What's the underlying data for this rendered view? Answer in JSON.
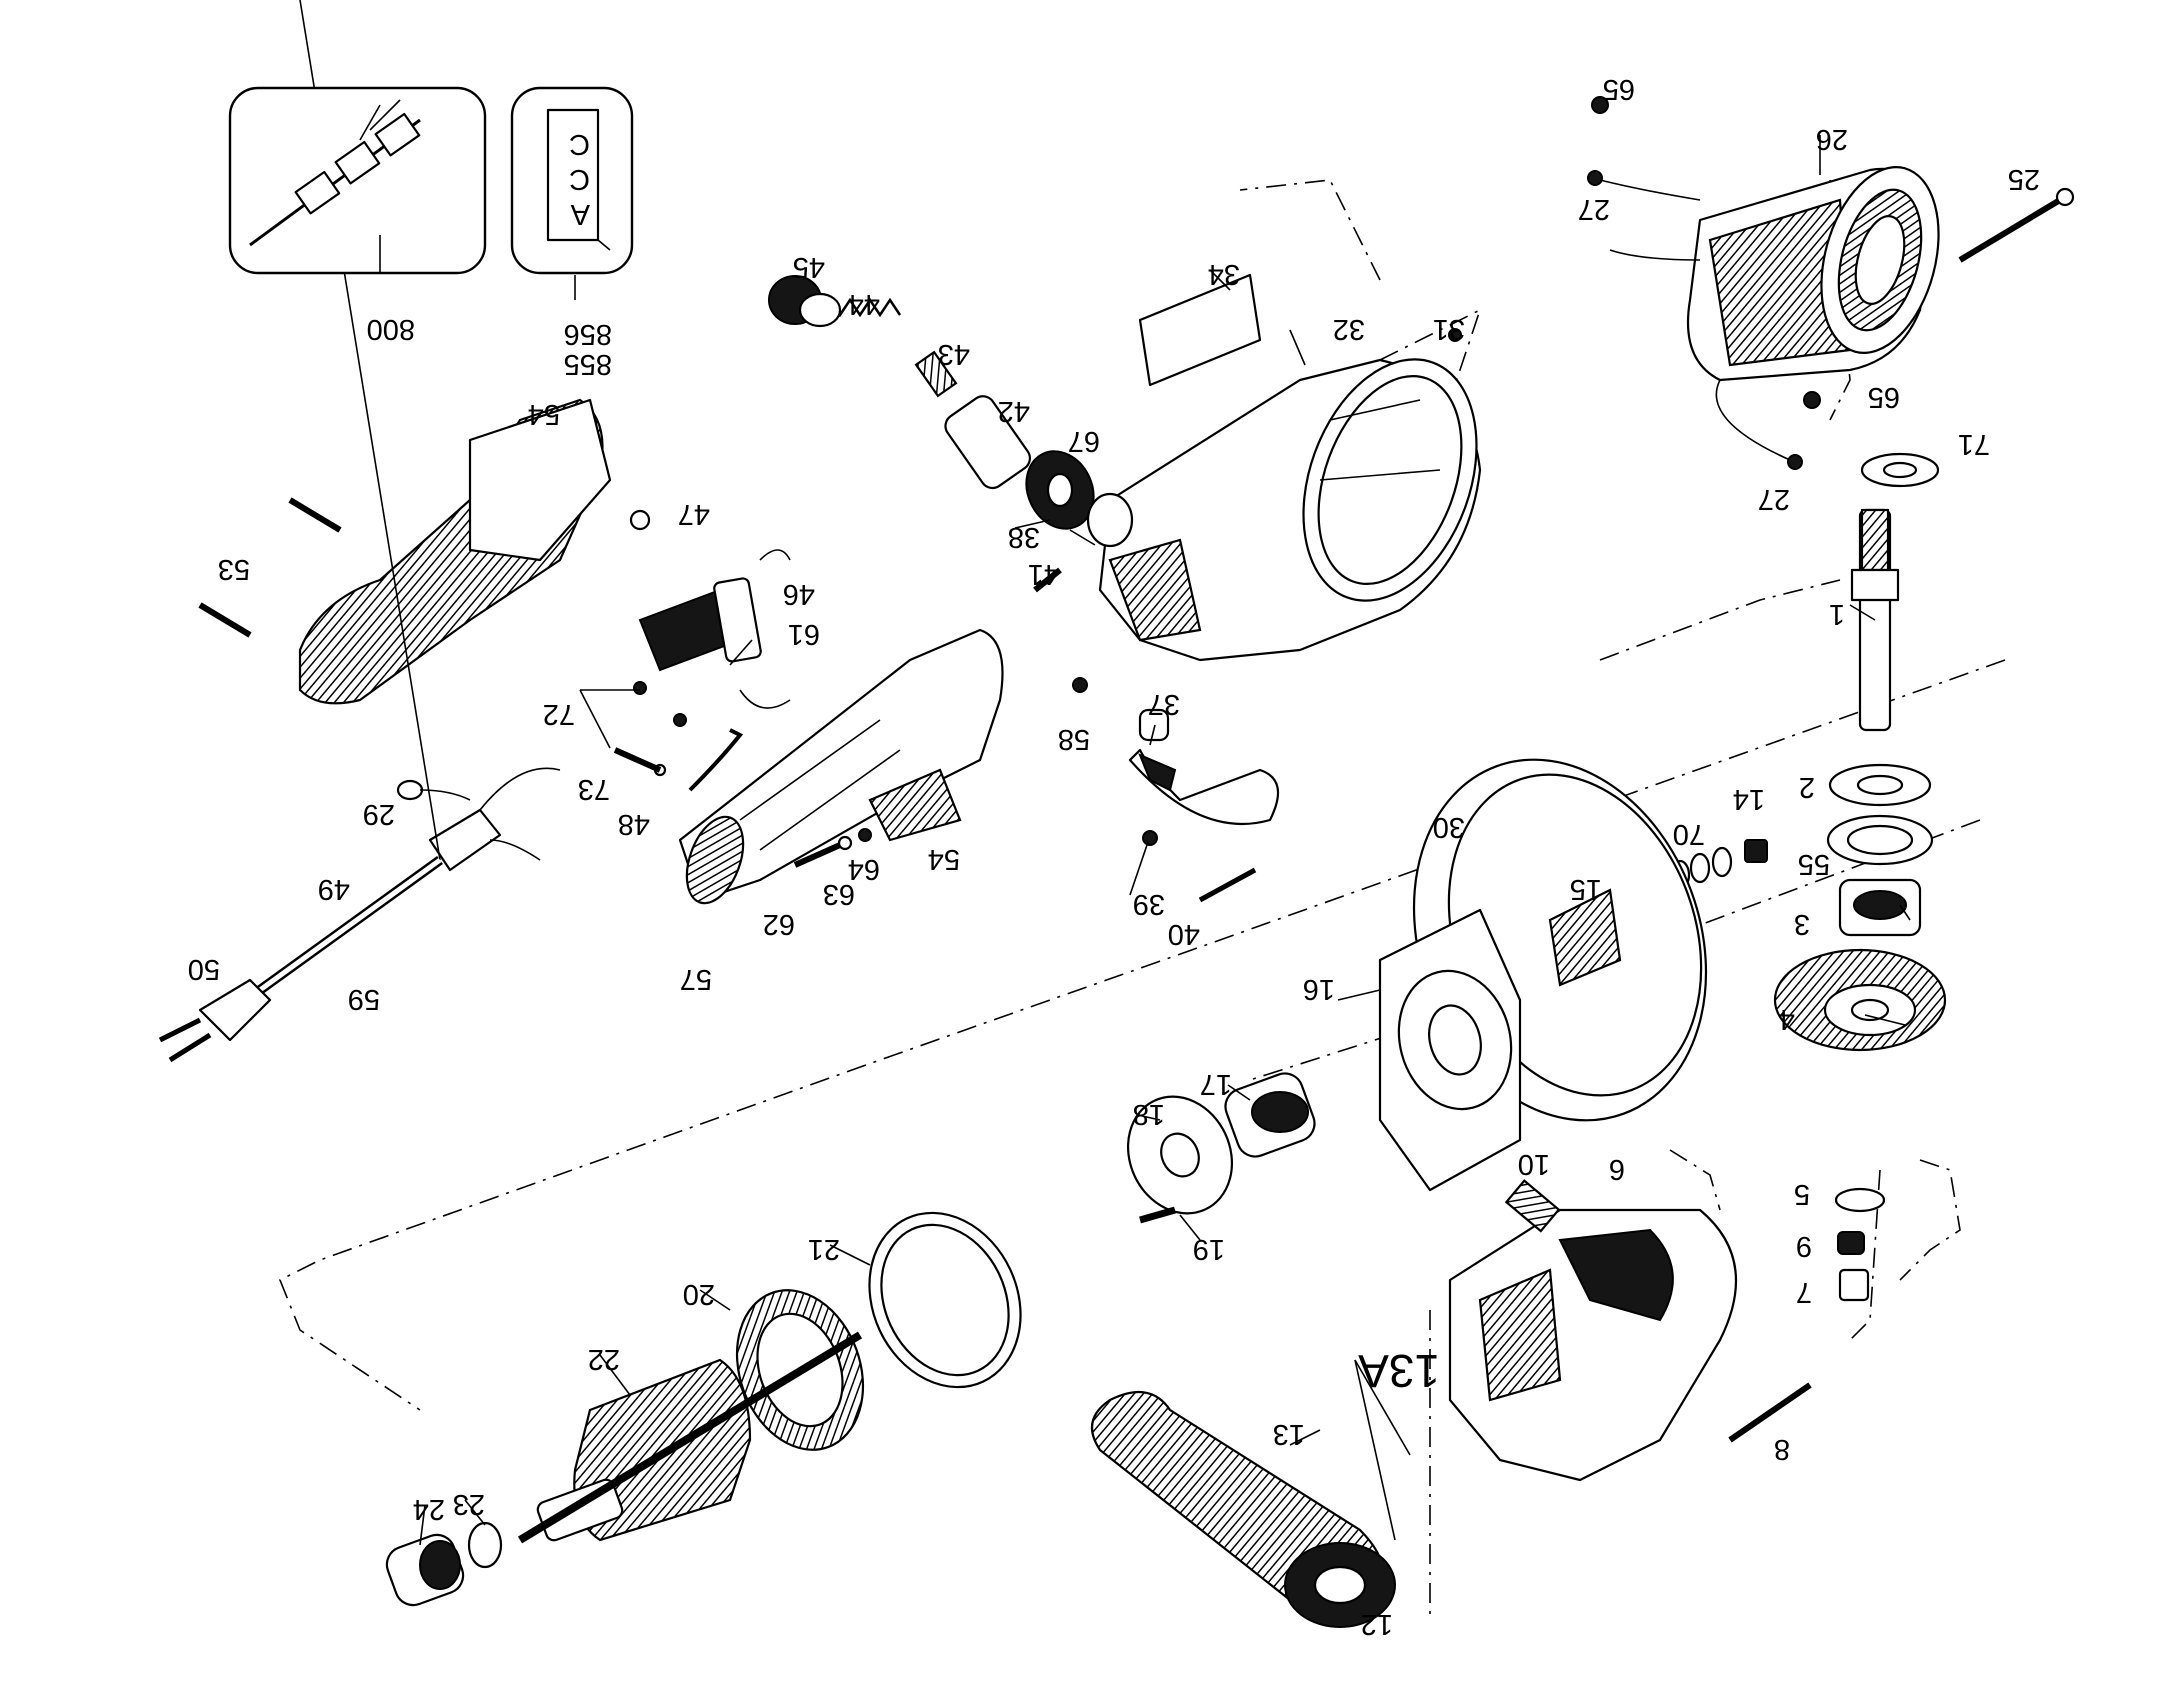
{
  "labels": {
    "p65a": "65",
    "p27a": "27",
    "p26": "26",
    "p25": "25",
    "p65b": "65",
    "p27b": "27",
    "p71": "71",
    "p1": "1",
    "p2": "2",
    "p55": "55",
    "p3": "3",
    "p4": "4",
    "p14": "14",
    "p70": "70",
    "p15": "15",
    "p30": "30",
    "p16": "16",
    "p17": "17",
    "p18": "18",
    "p19": "19",
    "p10": "10",
    "p6": "6",
    "p5": "5",
    "p9": "9",
    "p7": "7",
    "p8": "8",
    "p13A": "13A",
    "p13": "13",
    "p12": "12",
    "p21": "21",
    "p20": "20",
    "p22": "22",
    "p23": "23",
    "p24": "24",
    "p34": "34",
    "p31": "31",
    "p32": "32",
    "p42": "42",
    "p43": "43",
    "p44": "44",
    "p45": "45",
    "p67": "67",
    "p38": "38",
    "p41": "41",
    "p37": "37",
    "p58": "58",
    "p39": "39",
    "p40": "40",
    "p46": "46",
    "p61": "61",
    "p47": "47",
    "p54a": "54",
    "p54b": "54",
    "p53": "53",
    "p72": "72",
    "p73": "73",
    "p48": "48",
    "p29": "29",
    "p49": "49",
    "p50": "50",
    "p59": "59",
    "p62": "62",
    "p63": "63",
    "p64": "64",
    "p57": "57",
    "p800": "800",
    "p855": "855",
    "p856": "856"
  },
  "inset_856": {
    "line1": "C",
    "line2": "C",
    "line3": "A"
  }
}
